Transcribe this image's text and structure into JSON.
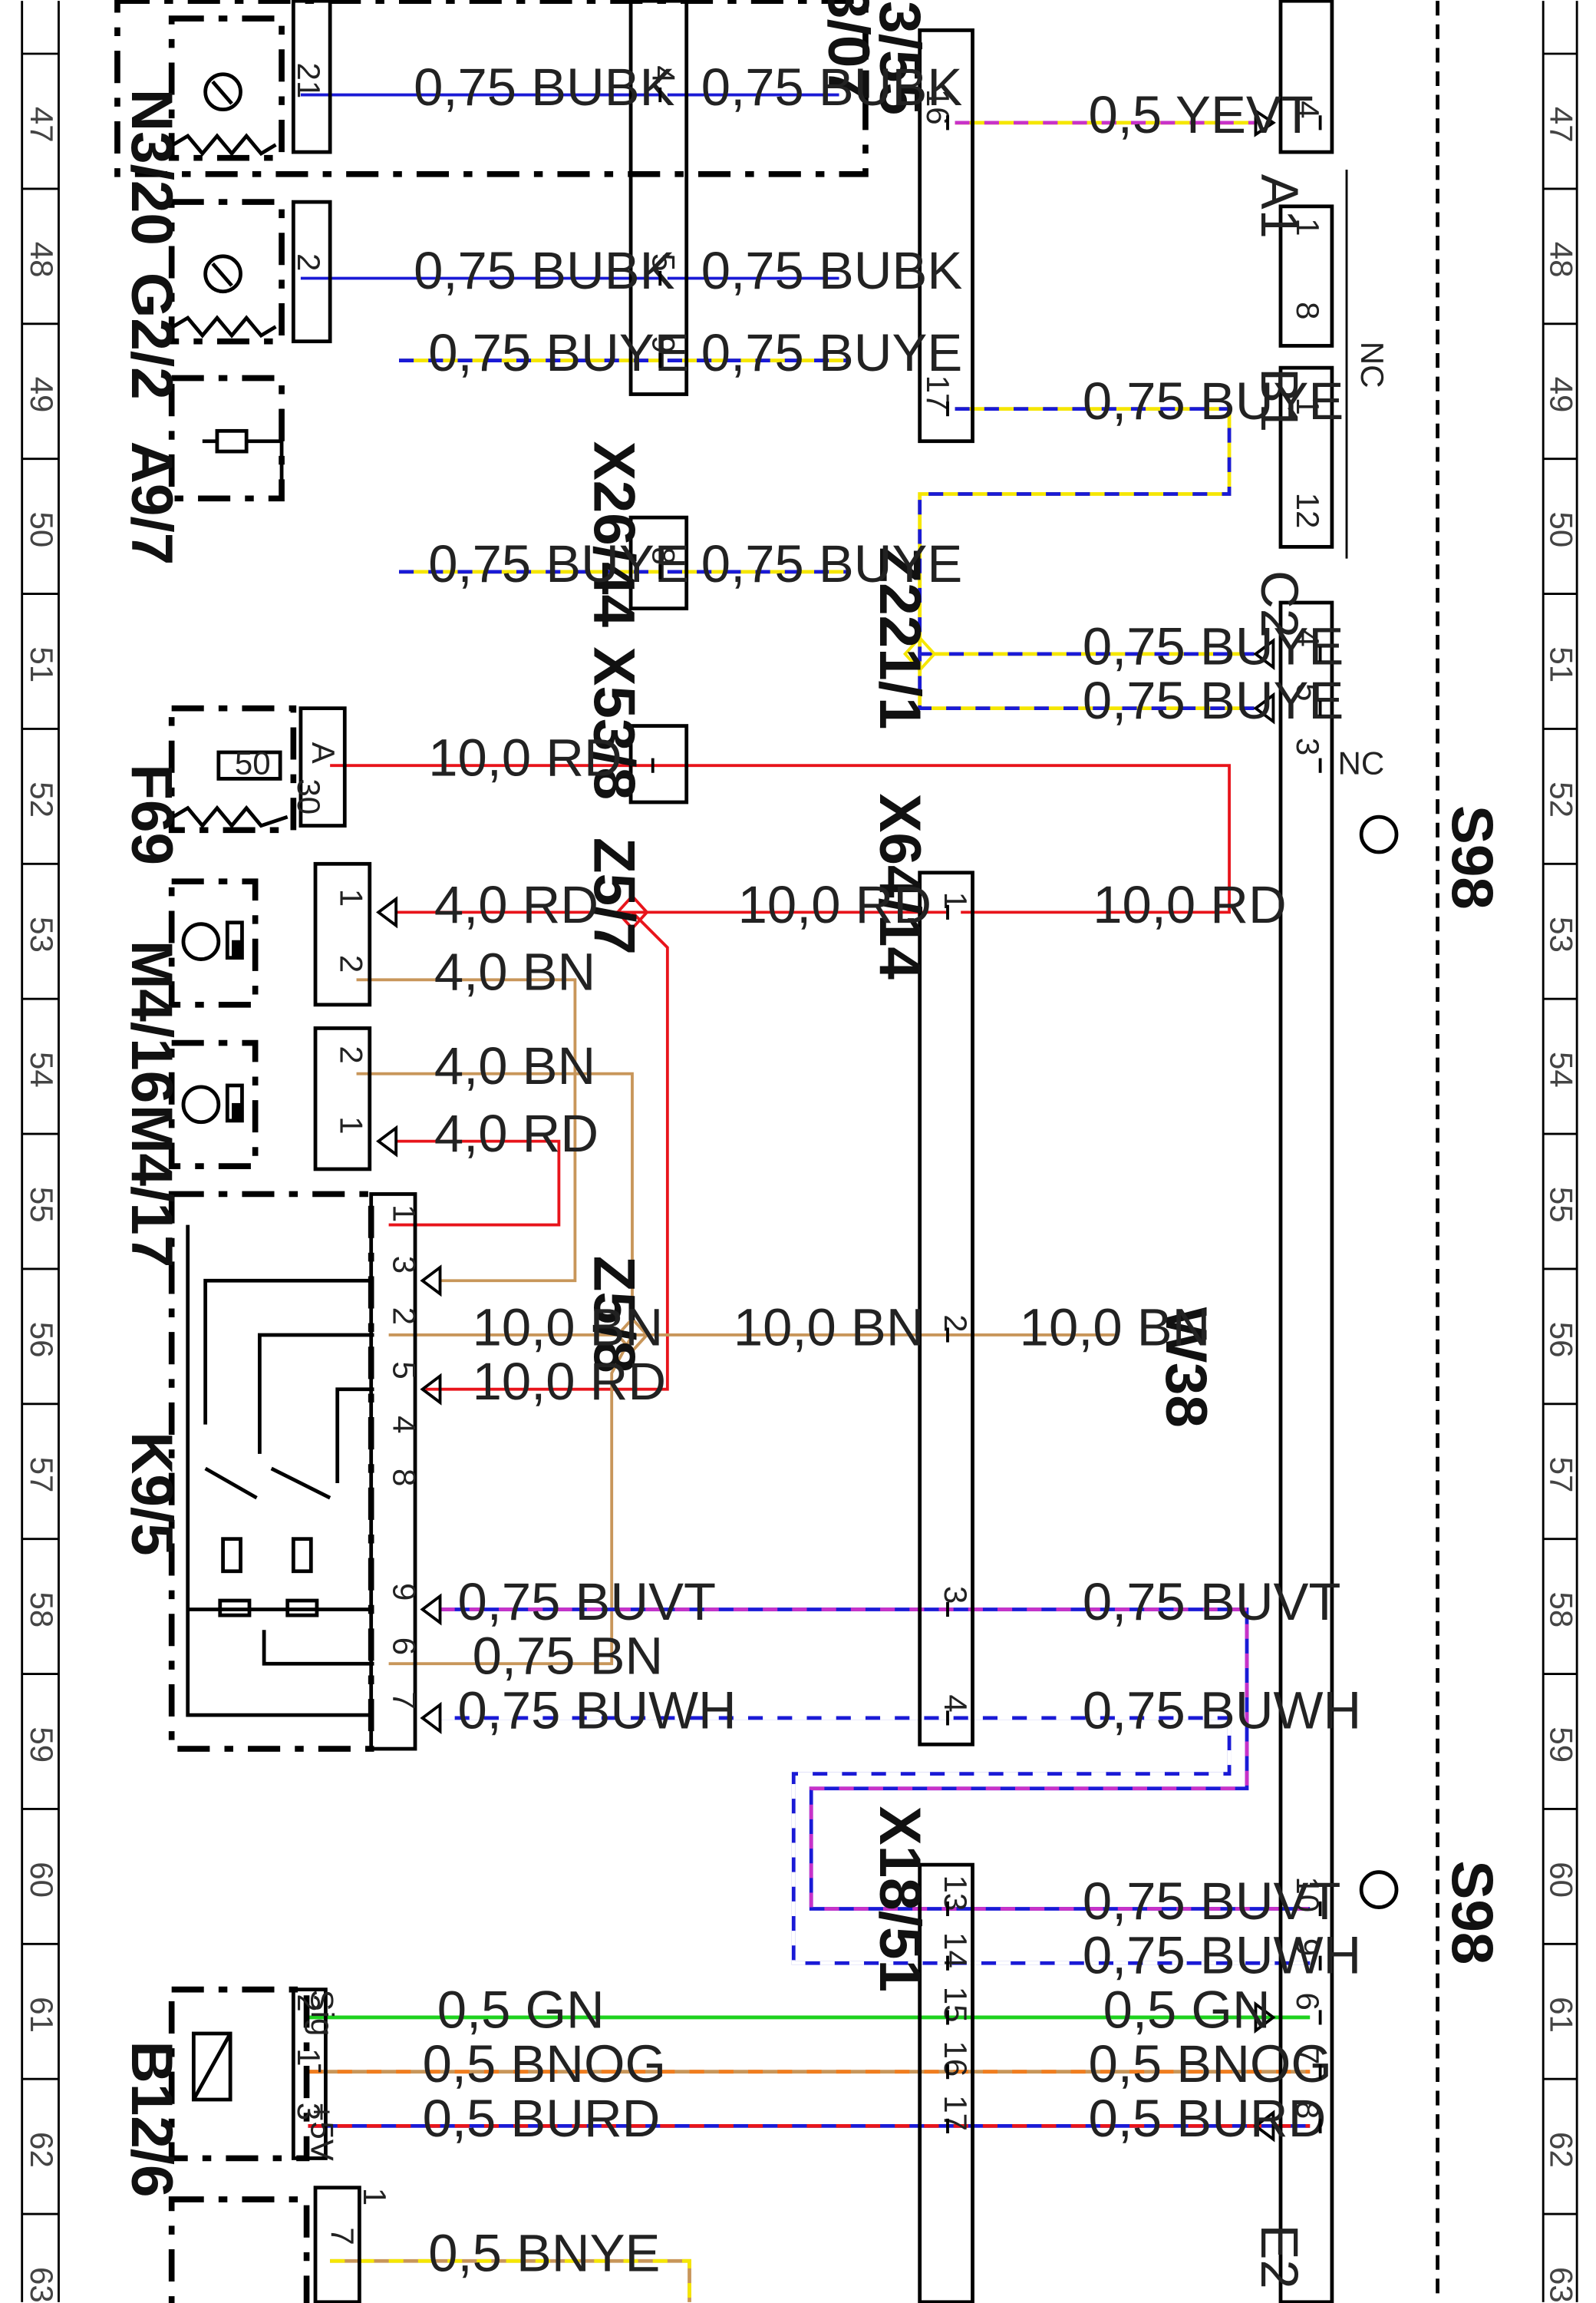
{
  "components": {
    "n3_20": "N3/20",
    "g2_2": "G2/2",
    "a9_7": "A9/7",
    "x26_44": "X26/44",
    "x53_8": "X53/8",
    "f69": "F69",
    "m4_16": "M4/16",
    "m4_17": "M4/17",
    "k9_5": "K9/5",
    "z5_7": "Z5/7",
    "z5_8": "Z5/8",
    "x64_14": "X64/14",
    "w38": "W38",
    "x18_51": "X18/51",
    "b12_6": "B12/6",
    "z221_1": "Z221/1",
    "s98_a": "S98",
    "s98_b": "S98",
    "top_partial_a": "3/55",
    "top_partial_b": "3/07",
    "conn_a1": "A1",
    "conn_b1": "B1",
    "conn_c2": "C2",
    "conn_e2": "E2"
  },
  "wire_labels": {
    "w_075_bubk": "0,75 BUBK",
    "w_05_yevt": "0,5 YEVT",
    "w_075_buye": "0,75 BUYE",
    "w_100_rd": "10,0 RD",
    "w_40_rd": "4,0 RD",
    "w_40_bn": "4,0 BN",
    "w_100_bn": "10,0 BN",
    "w_075_buvt": "0,75 BUVT",
    "w_075_bn": "0,75 BN",
    "w_075_buwh": "0,75 BUWH",
    "w_05_gn": "0,5 GN",
    "w_05_bnog": "0,5 BNOG",
    "w_05_burd": "0,5 BURD",
    "w_05_bnye": "0,5 BNYE"
  },
  "pin_labels": {
    "p1": "1",
    "p2": "2",
    "p3": "3",
    "p4": "4",
    "p5": "5",
    "p6": "6",
    "p7": "7",
    "p8": "8",
    "p9": "9",
    "p10": "10",
    "p12": "12",
    "p13": "13",
    "p14": "14",
    "p15": "15",
    "p16": "16",
    "p17": "17",
    "p21": "21",
    "pA": "A",
    "p30": "30",
    "p50": "50",
    "nc": "NC",
    "sig": "Sig",
    "minus": "-",
    "plus5v": "+5V"
  },
  "grid_numbers": [
    "47",
    "48",
    "49",
    "50",
    "51",
    "52",
    "53",
    "54",
    "55",
    "56",
    "57",
    "58",
    "59",
    "60",
    "61",
    "62",
    "63"
  ],
  "colors": {
    "red": "#e8141b",
    "brown": "#c8965a",
    "blue": "#1a1ad6",
    "yellow": "#f5e600",
    "violet": "#c832c8",
    "green": "#1ed21e",
    "orange": "#f07d1e",
    "white": "#ffffff",
    "black": "#000000"
  }
}
